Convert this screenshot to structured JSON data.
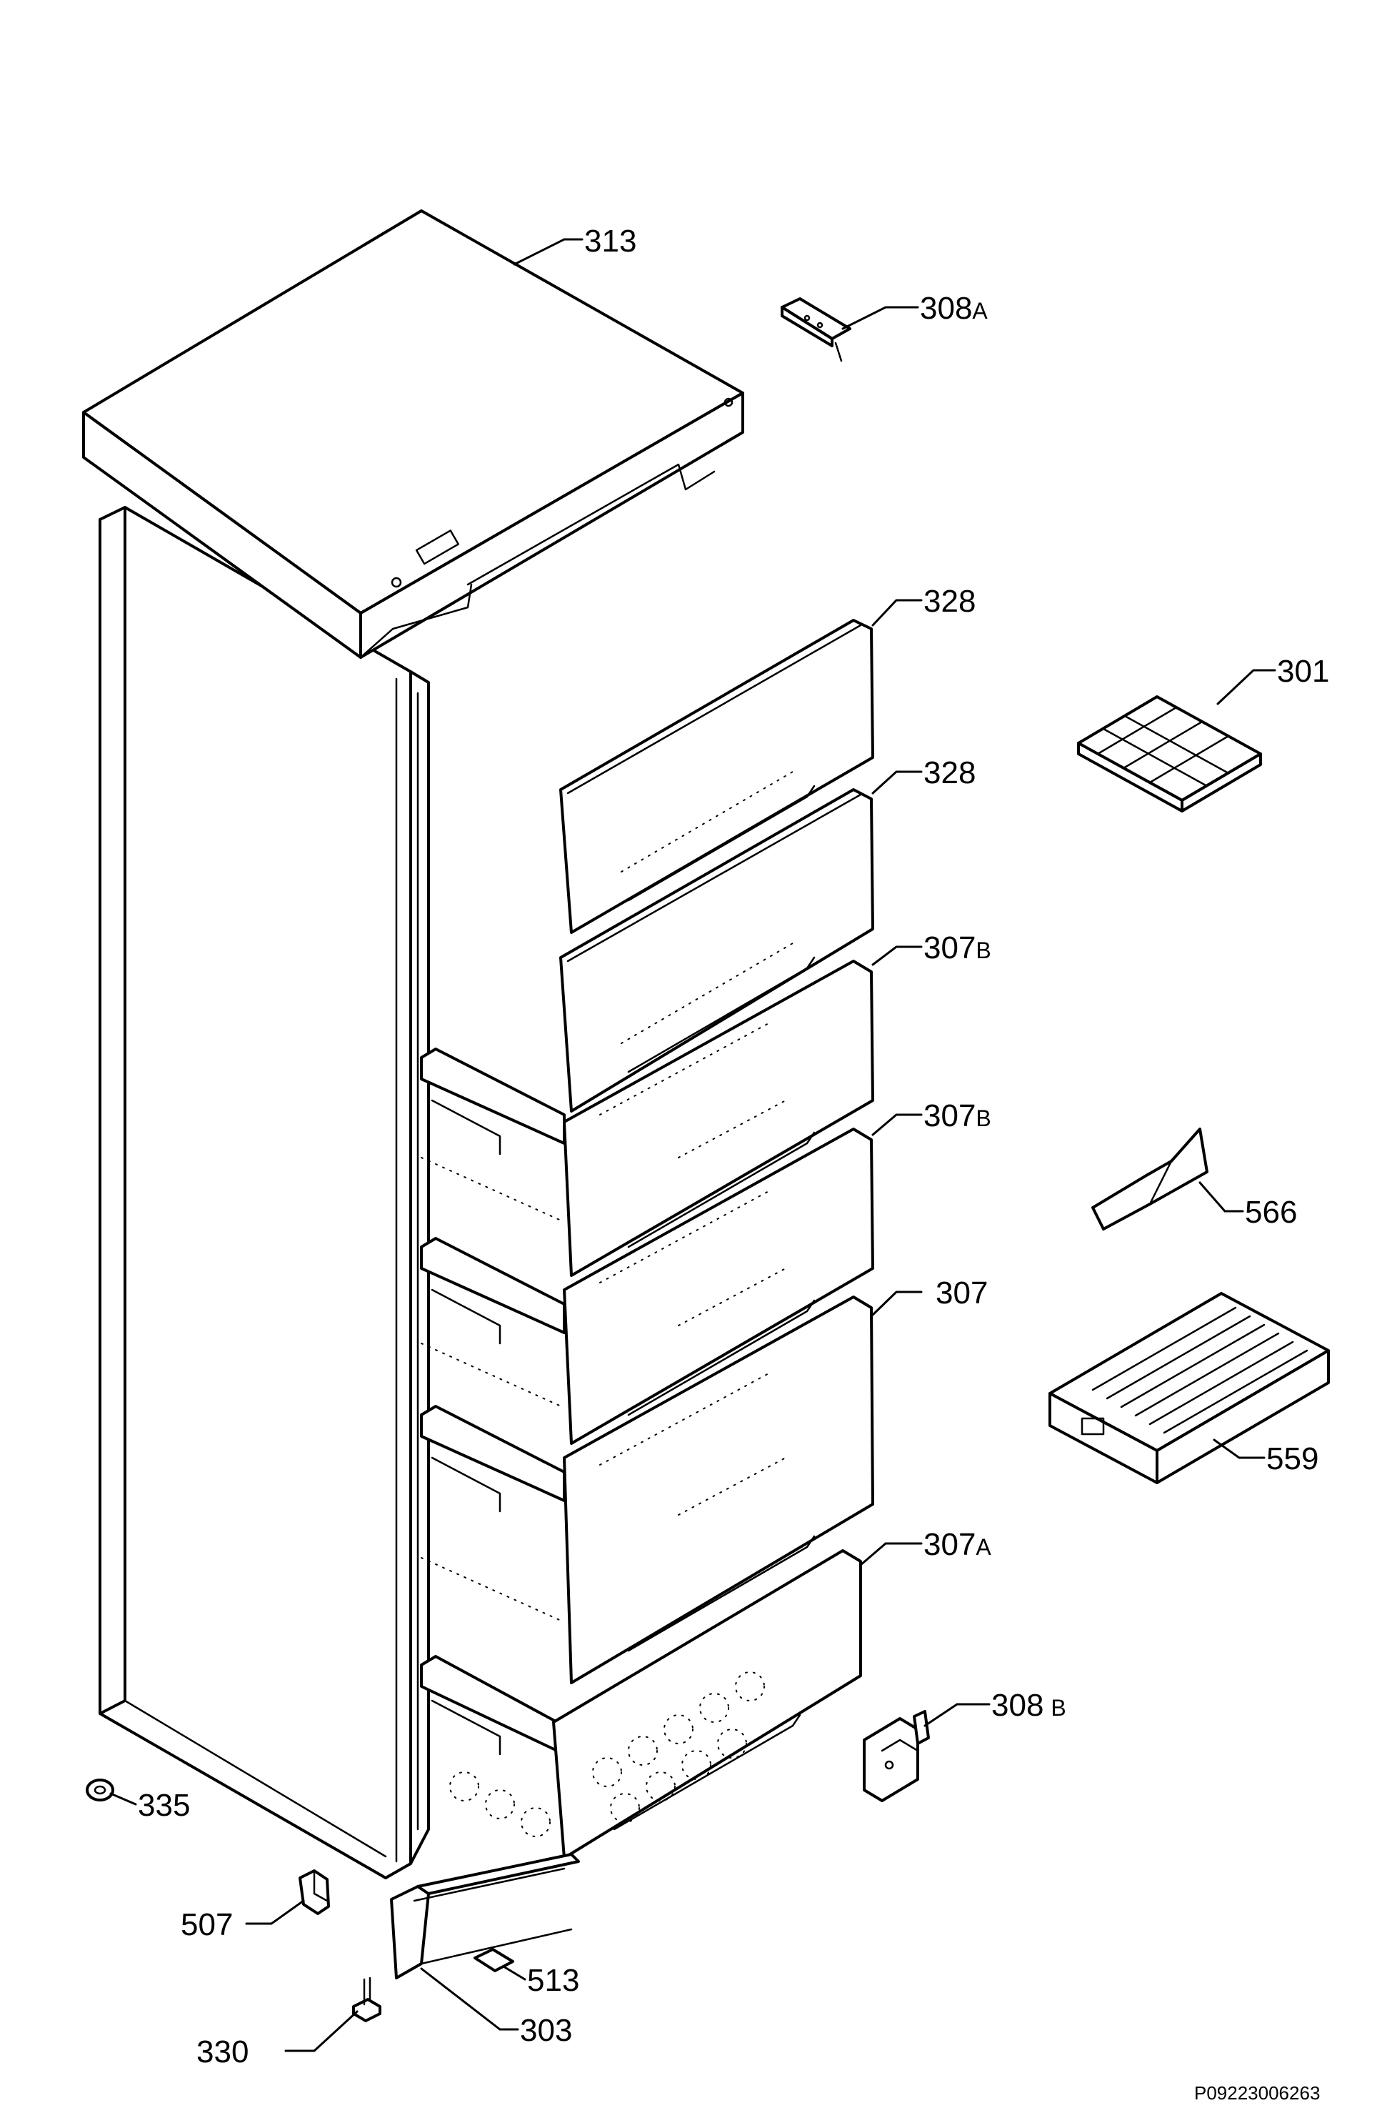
{
  "diagram": {
    "labels": {
      "l313": "313",
      "l308a": "308",
      "l308a_s": "A",
      "l328a": "328",
      "l328b": "328",
      "l301": "301",
      "l307b1": "307",
      "l307b1_s": "B",
      "l307b2": "307",
      "l307b2_s": "B",
      "l566": "566",
      "l307": "307",
      "l559": "559",
      "l307a": "307",
      "l307a_s": "A",
      "l308b": "308",
      "l308b_s": "B",
      "l335": "335",
      "l507": "507",
      "l513": "513",
      "l303": "303",
      "l330": "330"
    },
    "drawing_code": "P09223006263"
  }
}
